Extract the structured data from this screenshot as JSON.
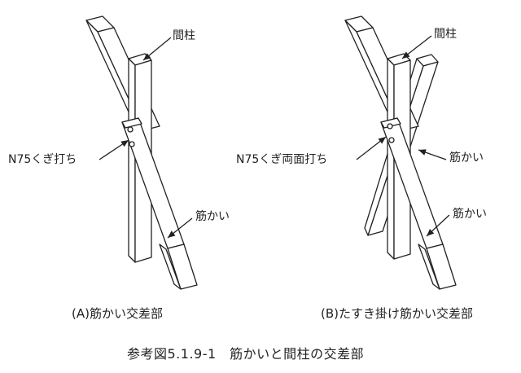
{
  "figure": {
    "diagram_a": {
      "label_post": "間柱",
      "label_nail": "N75くぎ打ち",
      "label_brace": "筋かい",
      "caption": "(A)筋かい交差部"
    },
    "diagram_b": {
      "label_post": "間柱",
      "label_nail": "N75くぎ両面打ち",
      "label_brace_upper": "筋かい",
      "label_brace_lower": "筋かい",
      "caption": "(B)たすき掛け筋かい交差部"
    },
    "title": "参考図5.1.9-1　筋かいと間柱の交差部"
  }
}
